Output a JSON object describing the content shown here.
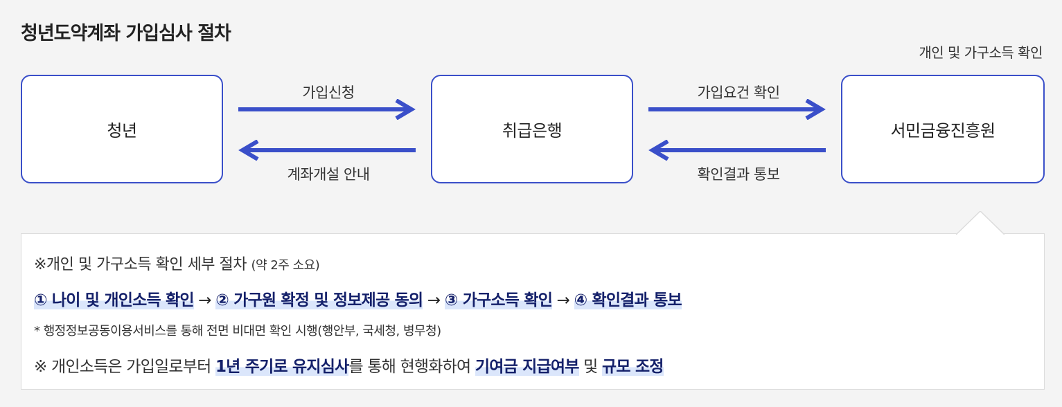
{
  "title": "청년도약계좌 가입심사 절차",
  "note_top": "개인 및 가구소득 확인",
  "boxes": {
    "youth": "청년",
    "bank": "취급은행",
    "agency": "서민금융진흥원"
  },
  "arrows": {
    "apply": "가입신청",
    "account_notice": "계좌개설 안내",
    "check_requirements": "가입요건 확인",
    "result_notice": "확인결과 통보"
  },
  "detail": {
    "heading": "※개인 및 가구소득 확인 세부 절차",
    "duration": "(약 2주 소요)",
    "steps": [
      "① 나이 및 개인소득 확인",
      "② 가구원 확정 및 정보제공 동의",
      "③ 가구소득 확인",
      "④ 확인결과 통보"
    ],
    "step_separator": "→",
    "footnote": "* 행정정보공동이용서비스를 통해 전면 비대면 확인 시행(행안부, 국세청, 병무청)",
    "annual": {
      "prefix": "※ 개인소득은 가입일로부터 ",
      "highlight1": "1년 주기로 유지심사",
      "mid1": "를 통해 현행화하여 ",
      "highlight2": "기여금 지급여부",
      "mid2": " 및 ",
      "highlight3": "규모 조정"
    }
  },
  "colors": {
    "accent": "#3a4fc9",
    "highlight_text": "#14206a",
    "highlight_bg": "#dbe6fb",
    "background": "#f4f4f4"
  }
}
